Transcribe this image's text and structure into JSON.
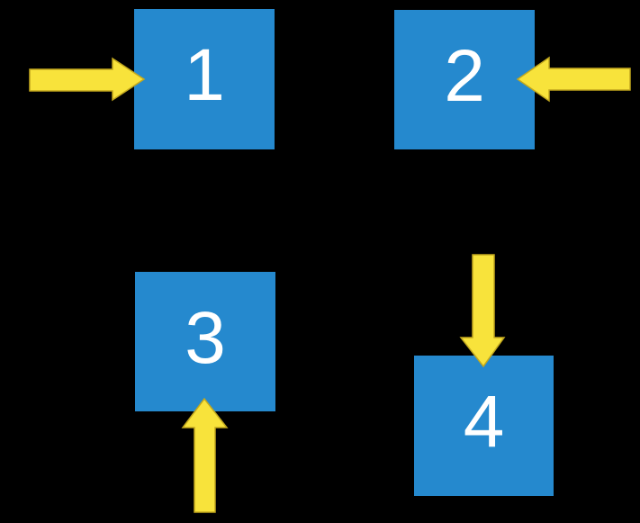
{
  "diagram": {
    "description": "Four numbered blue squares on a black background, each indicated by a yellow block arrow",
    "background_color": "#000000"
  },
  "colors": {
    "background": "#000000",
    "square_blue": "#2589CE",
    "arrow_yellow": "#F8E33B",
    "arrow_outline": "#C2A81E",
    "label_white": "#FFFFFF"
  },
  "squares": [
    {
      "label": "1",
      "position": "top-left",
      "arrow_enters_from": "left",
      "arrow_direction": "right"
    },
    {
      "label": "2",
      "position": "top-right",
      "arrow_enters_from": "right",
      "arrow_direction": "left"
    },
    {
      "label": "3",
      "position": "bottom-left",
      "arrow_enters_from": "bottom",
      "arrow_direction": "up"
    },
    {
      "label": "4",
      "position": "bottom-right",
      "arrow_enters_from": "top",
      "arrow_direction": "down"
    }
  ],
  "arrows": [
    {
      "name": "arrow-into-square-1",
      "direction": "right",
      "points_at": "1"
    },
    {
      "name": "arrow-into-square-2",
      "direction": "left",
      "points_at": "2"
    },
    {
      "name": "arrow-into-square-3",
      "direction": "up",
      "points_at": "3"
    },
    {
      "name": "arrow-into-square-4",
      "direction": "down",
      "points_at": "4"
    }
  ]
}
